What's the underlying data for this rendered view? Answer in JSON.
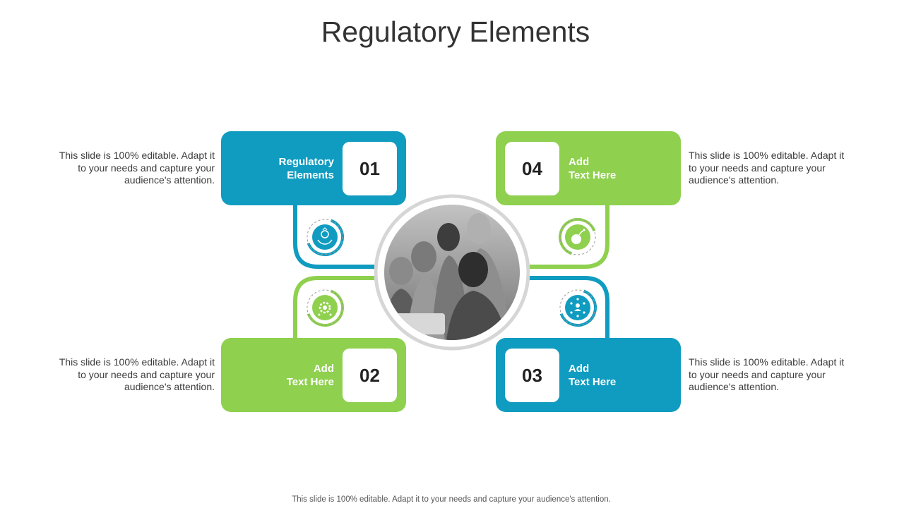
{
  "title": "Regulatory Elements",
  "footer": "This slide is 100% editable. Adapt it to your needs and capture your audience's attention.",
  "colors": {
    "blue": "#109cc0",
    "green": "#8fd04f",
    "ring": "#d6d6d6"
  },
  "items": [
    {
      "number": "01",
      "label": "Regulatory\nElements",
      "description": "This slide is 100% editable. Adapt it to your needs and capture your audience's attention.",
      "color": "blue",
      "icon": "hands-lightbulb-icon"
    },
    {
      "number": "02",
      "label": "Add\nText Here",
      "description": "This slide is 100% editable. Adapt it to your needs and capture your audience's attention.",
      "color": "green",
      "icon": "gear-settings-icon"
    },
    {
      "number": "03",
      "label": "Add\nText Here",
      "description": "This slide is 100% editable. Adapt it to your needs and capture your audience's attention.",
      "color": "blue",
      "icon": "network-people-icon"
    },
    {
      "number": "04",
      "label": "Add\nText Here",
      "description": "This slide is 100% editable. Adapt it to your needs and capture your audience's attention.",
      "color": "green",
      "icon": "bomb-icon"
    }
  ],
  "photo": {
    "icon": "team-photo"
  }
}
